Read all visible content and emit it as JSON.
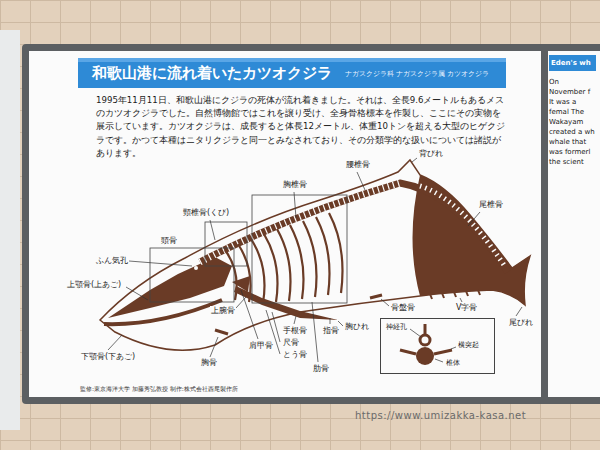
{
  "diagram": {
    "title": "和歌山港に流れ着いたカツオクジラ",
    "nodes": [
      {
        "text": [
          "神経孔",
          "横突起",
          "椎体"
        ]
      },
      {
        "text": [
          "Eden's wh",
          "On November f It was a femal The Wakayam created a wh whale that was formerl the scient"
        ]
      }
    ],
    "labels": [
      "ナガスクジラ科 ナガスクジラ属 カツオクジラ",
      "1995年11月11日、和歌山港にクジラの死体が流れ着きました。それは、全長9.6メートルもあるメスのカツオクジラでした。自然博物館ではこれを譲り受け、全身骨格標本を作製し、ここにその実物を展示しています。カツオクジラは、成長すると体長12メートル、体重10トンを超える大型のヒゲクジラです。かつて本種はニタリクジラと同一とみなされており、その分類学的な扱いについては諸説があります。",
      "頭骨",
      "ふん気孔",
      "上顎骨(上あご)",
      "下顎骨(下あご)",
      "頸椎骨(くび)",
      "胸椎骨",
      "腰椎骨",
      "背びれ",
      "尾椎骨",
      "上腕骨",
      "胸骨",
      "肩甲骨",
      "手根骨",
      "尺骨",
      "とう骨",
      "指骨",
      "肋骨",
      "胸ひれ",
      "骨盤骨",
      "V字骨",
      "尾びれ",
      "監修:東京海洋大学 加藤秀弘教授 制作:株式会社西尾製作所",
      "https://www.umizakka-kasa.net"
    ]
  }
}
